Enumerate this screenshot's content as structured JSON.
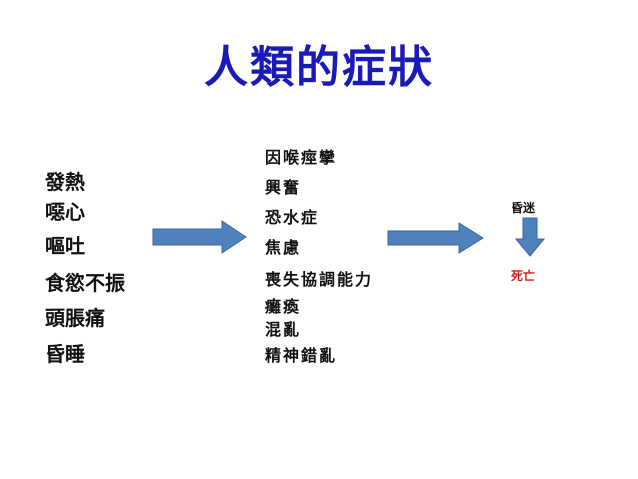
{
  "title": "人類的症狀",
  "early_symptoms": [
    "發熱",
    "噁心",
    "嘔吐",
    "食慾不振",
    "頭脹痛",
    "昏睡"
  ],
  "later_symptoms": [
    "因喉痙攣",
    "興奮",
    "恐水症",
    "焦慮",
    "喪失協調能力",
    "癱瘓",
    "混亂",
    "精神錯亂"
  ],
  "final": {
    "coma": "昏迷",
    "death": "死亡"
  },
  "colors": {
    "title": "#1a1ab8",
    "arrow_fill": "#4f81bd",
    "arrow_stroke": "#3b679b",
    "death": "#e01818"
  }
}
